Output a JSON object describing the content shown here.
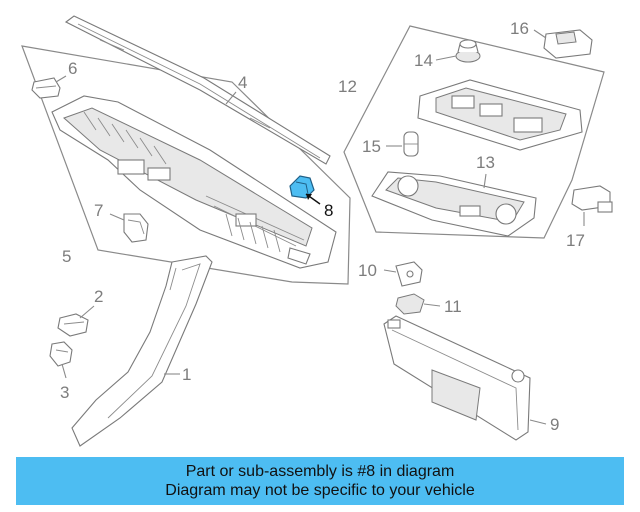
{
  "callouts": {
    "c1": "1",
    "c2": "2",
    "c3": "3",
    "c4": "4",
    "c5": "5",
    "c6": "6",
    "c7": "7",
    "c8": "8",
    "c9": "9",
    "c10": "10",
    "c11": "11",
    "c12": "12",
    "c13": "13",
    "c14": "14",
    "c15": "15",
    "c16": "16",
    "c17": "17"
  },
  "highlight": {
    "part": "8",
    "color": "#4dbdf2"
  },
  "banner": {
    "line1": "Part or sub-assembly is #8 in diagram",
    "line2": "Diagram may not be specific to your vehicle",
    "background": "#4dbdf2"
  }
}
